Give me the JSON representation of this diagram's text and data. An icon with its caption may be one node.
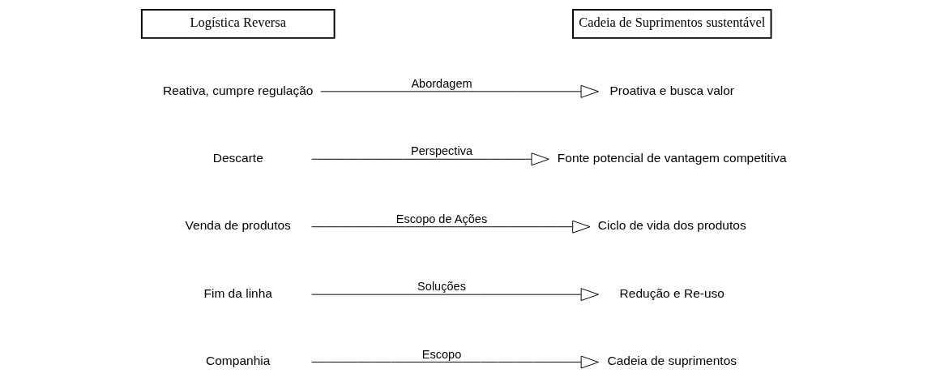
{
  "diagram": {
    "nodes": [
      {
        "text": [
          "Reativa, cumpre regulação"
        ]
      },
      {
        "text": [
          "Proativa e busca valor"
        ]
      },
      {
        "text": [
          "Descarte"
        ]
      },
      {
        "text": [
          "Fonte potencial de vantagem competitiva"
        ]
      },
      {
        "text": [
          "Venda de produtos"
        ]
      },
      {
        "text": [
          "Ciclo de vida dos produtos"
        ]
      },
      {
        "text": [
          "Fim da linha"
        ]
      },
      {
        "text": [
          "Redução e Re-uso"
        ]
      },
      {
        "text": [
          "Companhia"
        ]
      },
      {
        "text": [
          "Cadeia de suprimentos"
        ]
      }
    ],
    "edges": [
      {
        "from": 0,
        "to": 1,
        "arrow": "to",
        "label": "Abordagem"
      },
      {
        "from": 2,
        "to": 3,
        "arrow": "to",
        "label": "Perspectiva"
      },
      {
        "from": 4,
        "to": 5,
        "arrow": "to",
        "label": "Escopo de Ações"
      },
      {
        "from": 6,
        "to": 7,
        "arrow": "to",
        "label": "Soluções"
      },
      {
        "from": 8,
        "to": 9,
        "arrow": "to",
        "label": "Escopo"
      }
    ],
    "labels": [
      "Logística Reversa",
      "Cadeia de Suprimentos sustentável"
    ]
  }
}
